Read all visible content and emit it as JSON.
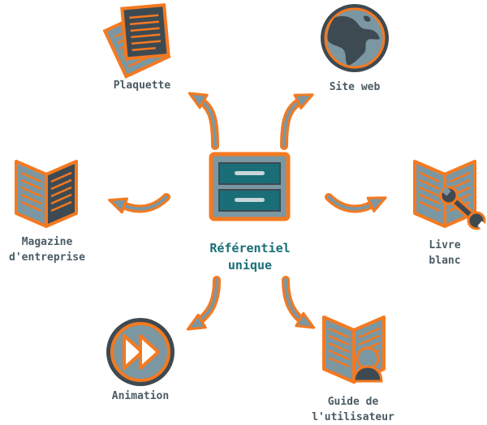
{
  "center": {
    "line1": "Référentiel",
    "line2": "unique",
    "icon": "filing-cabinet-icon"
  },
  "items": [
    {
      "id": "plaquette",
      "line1": "Plaquette",
      "line2": "",
      "icon": "brochure-icon"
    },
    {
      "id": "site-web",
      "line1": "Site web",
      "line2": "",
      "icon": "globe-icon"
    },
    {
      "id": "magazine",
      "line1": "Magazine",
      "line2": "d'entreprise",
      "icon": "magazine-icon"
    },
    {
      "id": "livre-blanc",
      "line1": "Livre",
      "line2": "blanc",
      "icon": "wrench-book-icon"
    },
    {
      "id": "animation",
      "line1": "Animation",
      "line2": "",
      "icon": "fast-forward-icon"
    },
    {
      "id": "guide",
      "line1": "Guide de",
      "line2": "l'utilisateur",
      "icon": "user-guide-icon"
    }
  ],
  "colors": {
    "orange": "#f47920",
    "slate": "#7b97a2",
    "dark": "#3e4a52",
    "teal": "#1a6e78",
    "text": "#4b5b63"
  }
}
